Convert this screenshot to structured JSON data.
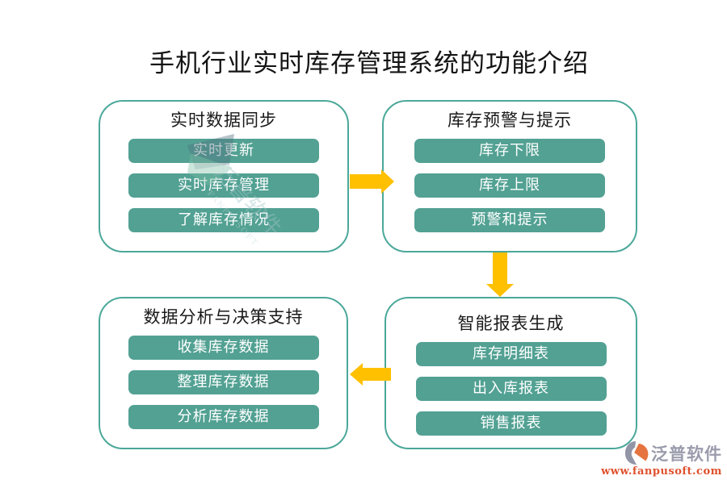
{
  "page": {
    "title": "手机行业实时库存管理系统的功能介绍"
  },
  "boxes": [
    {
      "title": "实时数据同步",
      "items": [
        "实时更新",
        "实时库存管理",
        "了解库存情况"
      ]
    },
    {
      "title": "库存预警与提示",
      "items": [
        "库存下限",
        "库存上限",
        "预警和提示"
      ]
    },
    {
      "title": "数据分析与决策支持",
      "items": [
        "收集库存数据",
        "整理库存数据",
        "分析库存数据"
      ]
    },
    {
      "title": "智能报表生成",
      "items": [
        "库存明细表",
        "出入库报表",
        "销售报表"
      ]
    }
  ],
  "flow": {
    "arrows": [
      "top-left-to-top-right",
      "top-right-down-to-bottom-right",
      "bottom-right-to-bottom-left"
    ]
  },
  "watermark": {
    "text": "泛普软件",
    "subtext": "FANPU SOFT"
  },
  "logo": {
    "name": "泛普软件",
    "url": "www.fanpusoft.com"
  },
  "colors": {
    "box_border": "#4BA89A",
    "button_fill": "#52A193",
    "button_text": "#FFFFFF",
    "arrow": "#FFC000",
    "title_text": "#141414",
    "logo_grey": "#9A9CAC",
    "logo_orange": "#E57440",
    "logo_url_red": "#DF512D"
  }
}
